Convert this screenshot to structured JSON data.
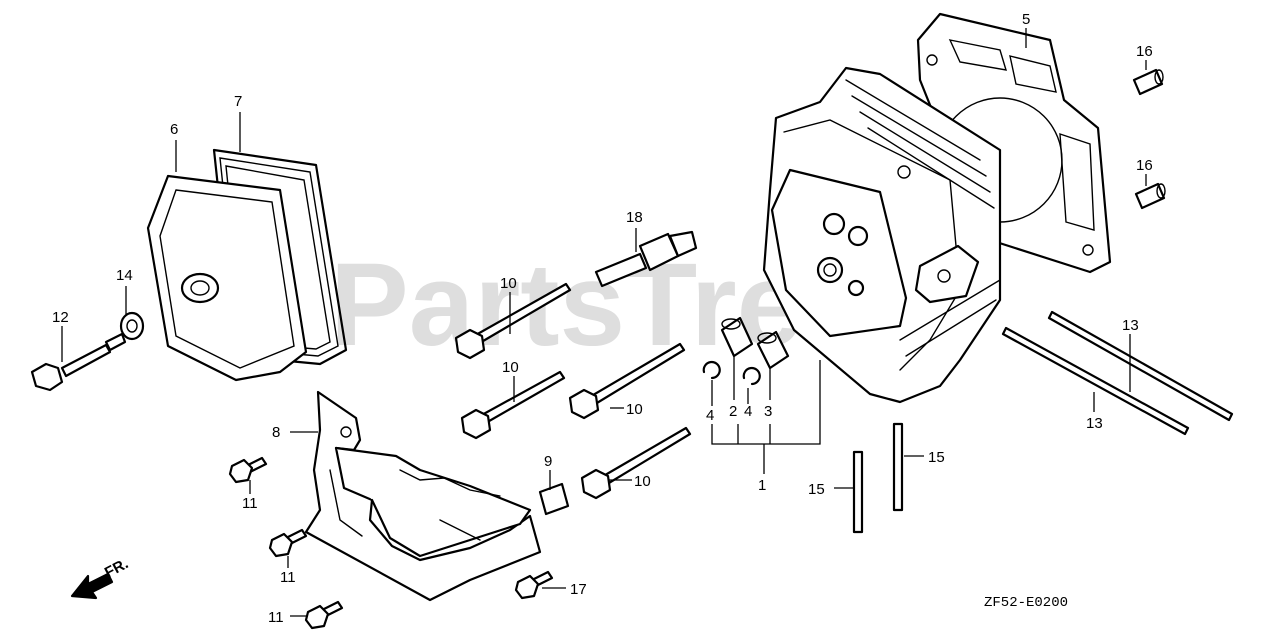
{
  "watermark": "PartsTree",
  "diagram_code": "ZF52-E0200",
  "front_marker": "FR.",
  "callouts": [
    {
      "id": "c1",
      "label": "1"
    },
    {
      "id": "c2",
      "label": "2"
    },
    {
      "id": "c3",
      "label": "3"
    },
    {
      "id": "c4a",
      "label": "4"
    },
    {
      "id": "c4b",
      "label": "4"
    },
    {
      "id": "c5",
      "label": "5"
    },
    {
      "id": "c6",
      "label": "6"
    },
    {
      "id": "c7",
      "label": "7"
    },
    {
      "id": "c8",
      "label": "8"
    },
    {
      "id": "c9",
      "label": "9"
    },
    {
      "id": "c10a",
      "label": "10"
    },
    {
      "id": "c10b",
      "label": "10"
    },
    {
      "id": "c10c",
      "label": "10"
    },
    {
      "id": "c10d",
      "label": "10"
    },
    {
      "id": "c11a",
      "label": "11"
    },
    {
      "id": "c11b",
      "label": "11"
    },
    {
      "id": "c11c",
      "label": "11"
    },
    {
      "id": "c12",
      "label": "12"
    },
    {
      "id": "c13a",
      "label": "13"
    },
    {
      "id": "c13b",
      "label": "13"
    },
    {
      "id": "c14",
      "label": "14"
    },
    {
      "id": "c15a",
      "label": "15"
    },
    {
      "id": "c15b",
      "label": "15"
    },
    {
      "id": "c16a",
      "label": "16"
    },
    {
      "id": "c16b",
      "label": "16"
    },
    {
      "id": "c17",
      "label": "17"
    },
    {
      "id": "c18",
      "label": "18"
    }
  ]
}
